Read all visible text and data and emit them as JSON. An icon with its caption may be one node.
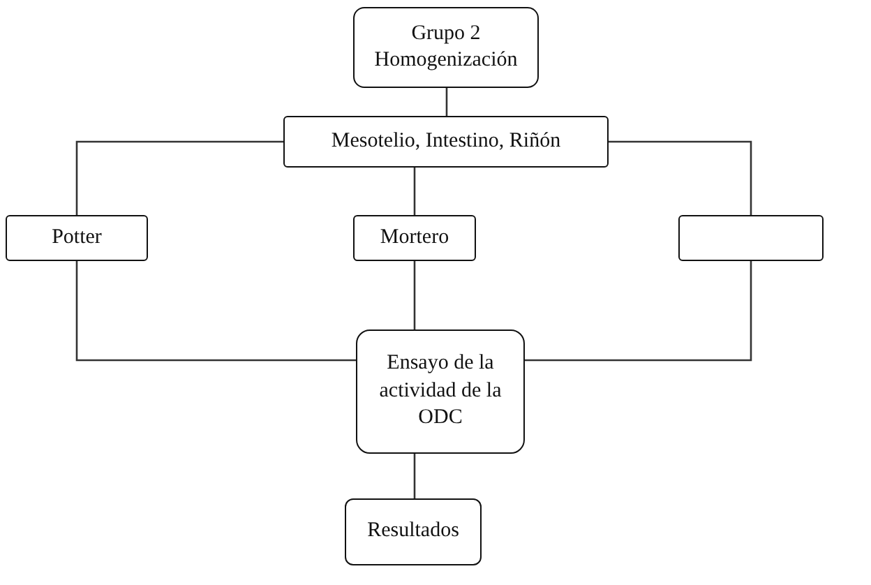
{
  "diagram": {
    "nodes": [
      {
        "text": [
          "Grupo 2 Homogenización"
        ]
      },
      {
        "text": [
          "Mesotelio, Intestino, Riñón"
        ]
      },
      {
        "text": [
          "Potter"
        ]
      },
      {
        "text": [
          "Mortero"
        ]
      },
      {
        "text": [],
        "shape": "box"
      },
      {
        "text": [
          "Ensayo de la actividad de la ODC"
        ]
      },
      {
        "text": [
          "Resultados"
        ]
      }
    ],
    "edges": [
      {
        "from": 0,
        "to": 1,
        "arrow": "none"
      },
      {
        "from": 1,
        "to": 2,
        "arrow": "none"
      },
      {
        "from": 1,
        "to": 3,
        "arrow": "none"
      },
      {
        "from": 1,
        "to": 4,
        "arrow": "none"
      },
      {
        "from": 2,
        "to": 5,
        "arrow": "none"
      },
      {
        "from": 3,
        "to": 5,
        "arrow": "none"
      },
      {
        "from": 4,
        "to": 5,
        "arrow": "none"
      },
      {
        "from": 5,
        "to": 6,
        "arrow": "none"
      }
    ]
  }
}
